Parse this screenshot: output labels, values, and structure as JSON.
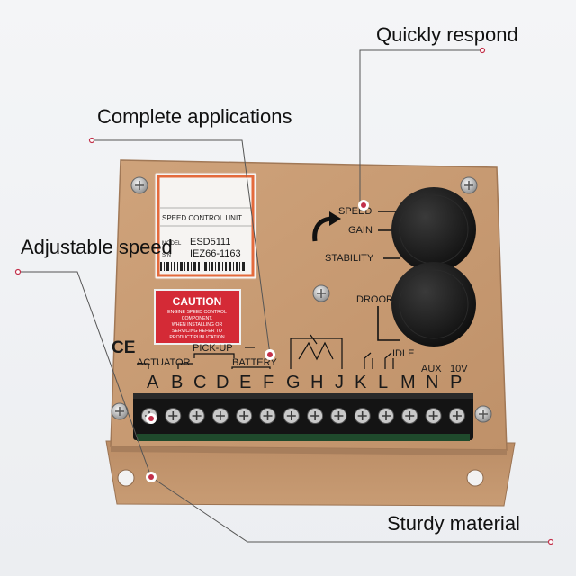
{
  "callouts": {
    "quick_respond": "Quickly respond",
    "complete_applications": "Complete applications",
    "adjustable_speed": "Adjustable speed",
    "sturdy_material": "Sturdy material"
  },
  "label_card": {
    "title": "SPEED CONTROL UNIT",
    "model_prefix": "MODEL",
    "model": "ESD5111",
    "serial_prefix": "S/N",
    "serial": "IEZ66-1163"
  },
  "caution": {
    "heading": "CAUTION",
    "lines": [
      "ENGINE SPEED CONTROL",
      "COMPONENT.",
      "WHEN INSTALLING OR",
      "SERVICING REFER TO",
      "PRODUCT PUBLICATION"
    ]
  },
  "knob_labels": {
    "speed": "SPEED",
    "gain": "GAIN",
    "stability": "STABILITY",
    "droop": "DROOP",
    "idle": "IDLE"
  },
  "group_labels": {
    "pick_up": "PICK-UP",
    "actuator": "ACTUATOR",
    "battery": "BATTERY",
    "aux": "AUX",
    "aux_voltage": "10V"
  },
  "ce_mark": "CE",
  "terminals": [
    "A",
    "B",
    "C",
    "D",
    "E",
    "F",
    "G",
    "H",
    "J",
    "K",
    "L",
    "M",
    "N",
    "P"
  ],
  "colors": {
    "housing": "#c79a72",
    "housing_dark": "#b88a63",
    "knob": "#1b1b1b",
    "caution_red": "#d42a36",
    "terminal_block": "#111111",
    "accent_dot": "#c2304a"
  }
}
